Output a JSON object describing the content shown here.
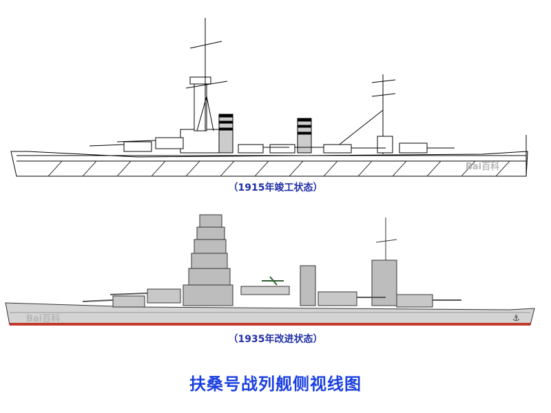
{
  "views": [
    {
      "caption": "（1915年竣工状态）"
    },
    {
      "caption": "（1935年改进状态）"
    }
  ],
  "title": "扶桑号战列舰侧视线图",
  "watermark": "Bai百科",
  "colors": {
    "caption": "#1f2fa6",
    "title": "#1a3fe0",
    "hull_1935": "#d4d4d4",
    "waterline_1935": "#c0392b"
  }
}
